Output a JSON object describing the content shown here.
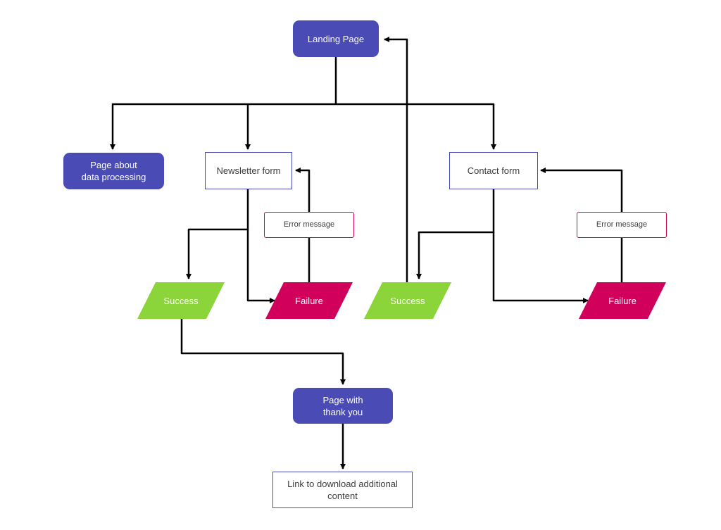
{
  "colors": {
    "primary": "#4a4bb4",
    "success": "#8bd43a",
    "failure": "#d1005b",
    "connector": "#000000"
  },
  "nodes": {
    "landing_page": "Landing Page",
    "data_processing": "Page about\ndata processing",
    "newsletter_form": "Newsletter form",
    "contact_form": "Contact form",
    "error_newsletter": "Error message",
    "error_contact": "Error message",
    "success_newsletter": "Success",
    "failure_newsletter": "Failure",
    "success_contact": "Success",
    "failure_contact": "Failure",
    "thank_you": "Page with\nthank you",
    "download_link": "Link to download additional\ncontent"
  }
}
